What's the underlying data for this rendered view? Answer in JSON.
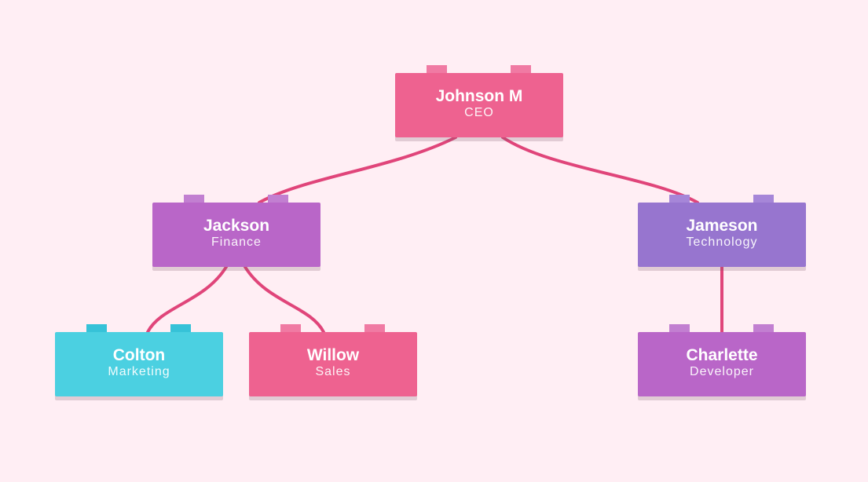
{
  "colors": {
    "background": "#ffeef4",
    "link": "#e0457a",
    "pink": "#ee6290",
    "pink_tab": "#f07aa3",
    "orchid": "#b966c8",
    "orchid_tab": "#c27fd1",
    "lavender": "#9775cf",
    "lavender_tab": "#a686d8",
    "cyan": "#4bd0e1",
    "cyan_tab": "#36c2d8"
  },
  "nodes": [
    {
      "id": "johnson",
      "name": "Johnson M",
      "title": "CEO",
      "color": "pink",
      "parent": null
    },
    {
      "id": "jackson",
      "name": "Jackson",
      "title": "Finance",
      "color": "orchid",
      "parent": "johnson"
    },
    {
      "id": "jameson",
      "name": "Jameson",
      "title": "Technology",
      "color": "lavender",
      "parent": "johnson"
    },
    {
      "id": "colton",
      "name": "Colton",
      "title": "Marketing",
      "color": "cyan",
      "parent": "jackson"
    },
    {
      "id": "willow",
      "name": "Willow",
      "title": "Sales",
      "color": "pink",
      "parent": "jackson"
    },
    {
      "id": "charlette",
      "name": "Charlette",
      "title": "Developer",
      "color": "orchid",
      "parent": "jameson"
    }
  ]
}
